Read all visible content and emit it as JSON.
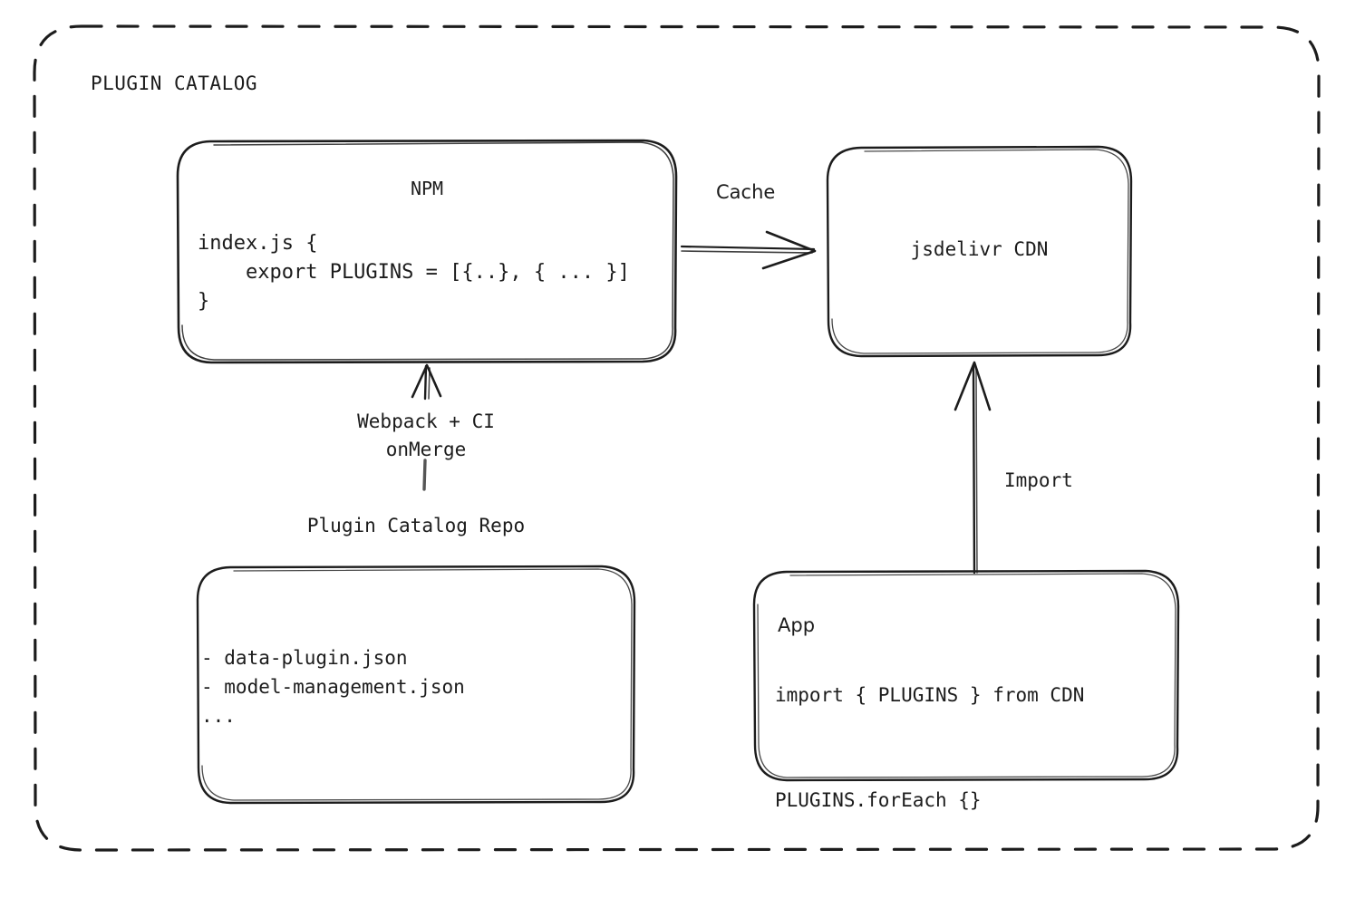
{
  "diagram": {
    "title": "PLUGIN CATALOG",
    "background_color": "#ffffff",
    "stroke_color": "#1c1c1c",
    "style": "hand-drawn-sketch"
  },
  "nodes": {
    "npm": {
      "title": "NPM",
      "code": "index.js {\n    export PLUGINS = [{..}, { ... }]\n}"
    },
    "cdn": {
      "title": "jsdelivr CDN"
    },
    "repo": {
      "caption": "Plugin Catalog Repo",
      "files": "- data-plugin.json\n- model-management.json\n..."
    },
    "app": {
      "title": "App",
      "code": "import { PLUGINS } from CDN\n\nPLUGINS.forEach {}"
    }
  },
  "edges": {
    "npm_to_cdn": {
      "label": "Cache",
      "from": "npm",
      "to": "cdn",
      "direction": "right"
    },
    "repo_to_npm": {
      "label": "Webpack + CI\nonMerge",
      "from": "repo",
      "to": "npm",
      "direction": "up"
    },
    "app_to_cdn": {
      "label": "Import",
      "from": "app",
      "to": "cdn",
      "direction": "up"
    }
  }
}
